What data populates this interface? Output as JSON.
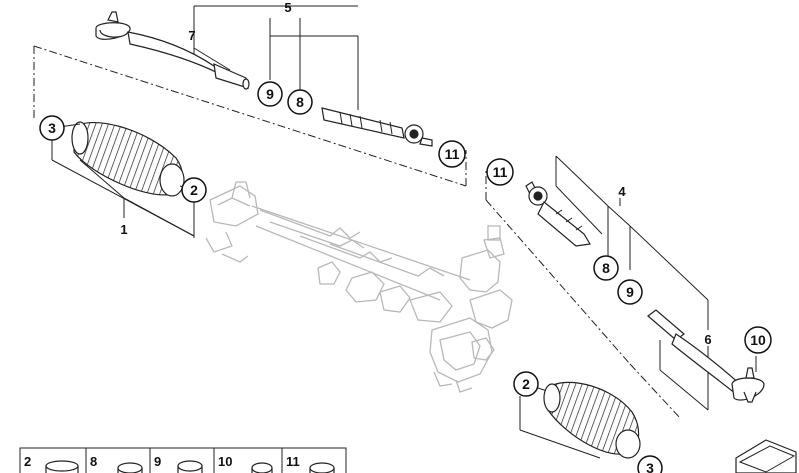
{
  "diagram": {
    "callouts": {
      "c3_boot": "3",
      "c2_left": "2",
      "c9_top": "9",
      "c8_top": "8",
      "c11_top": "11",
      "c11_right": "11",
      "c8_right": "8",
      "c9_right": "9",
      "c10_right": "10",
      "c2_bottom": "2",
      "c3_bottom": "3"
    },
    "labels": {
      "l5": "5",
      "l7": "7",
      "l1": "1",
      "l4": "4",
      "l6": "6"
    },
    "legend": [
      "2",
      "8",
      "9",
      "10",
      "11"
    ]
  }
}
